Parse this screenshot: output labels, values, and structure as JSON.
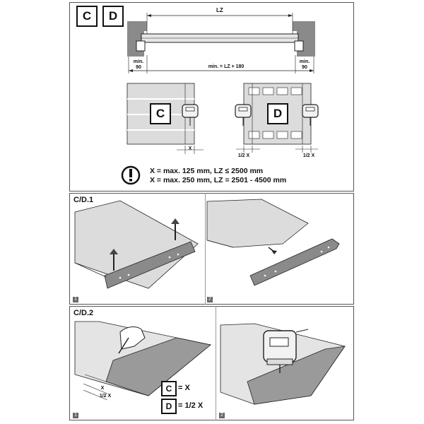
{
  "top": {
    "letter_c": "C",
    "letter_d": "D",
    "lz": "LZ",
    "min_left": "min.",
    "min_left_value": "90",
    "min_right": "min.",
    "min_right_value": "90",
    "total": "min. = LZ + 180",
    "panel_c": "C",
    "panel_d": "D",
    "x_label": "X",
    "half_x_left": "1/2 X",
    "half_x_right": "1/2 X",
    "rule_1": "X = max. 125 mm, LZ ≤ 2500 mm",
    "rule_2": "X = max. 250 mm, LZ = 2501 - 4500 mm"
  },
  "section_1": {
    "title": "C/D.1",
    "step_1": "1",
    "step_2": "2"
  },
  "section_2": {
    "title": "C/D.2",
    "step_1": "1",
    "step_2": "2",
    "dim_x": "X",
    "dim_half_x": "1/2 X",
    "legend_c": "C",
    "legend_c_value": "= X",
    "legend_d": "D",
    "legend_d_value": "= 1/2 X"
  },
  "colors": {
    "panel_gray": "#d9d9d9",
    "dark_gray": "#8a8a8a",
    "line": "#222222"
  }
}
